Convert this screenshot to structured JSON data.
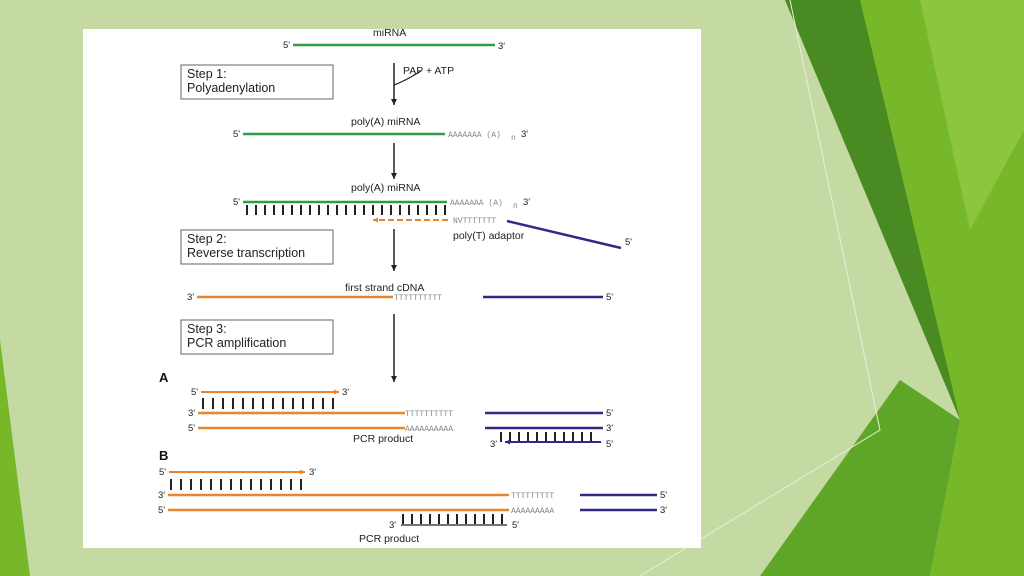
{
  "colors": {
    "background": "#c5d9a3",
    "green_strand": "#2e9e48",
    "orange_strand": "#e8862f",
    "blue_strand": "#2e2a86",
    "tick": "#222222"
  },
  "diagram": {
    "top": {
      "label": "miRNA",
      "end5": "5'",
      "end3": "3'"
    },
    "step1": {
      "line1": "Step 1:",
      "line2": "Polyadenylation",
      "enzyme": "PAP + ATP"
    },
    "polyA1": {
      "label": "poly(A)  miRNA",
      "end5": "5'",
      "tail": "AAAAAAA (A)",
      "sub": "n",
      "end3": "3'"
    },
    "polyA2": {
      "label": "poly(A)  miRNA",
      "end5": "5'",
      "tail": "AAAAAAA (A)",
      "sub": "n",
      "end3": "3'",
      "adaptor_seq": "NVTTTTTTT",
      "adaptor_label": "poly(T) adaptor",
      "adaptor_end": "5'"
    },
    "step2": {
      "line1": "Step 2:",
      "line2": "Reverse transcription"
    },
    "cdna": {
      "label": "first strand cDNA",
      "end3": "3'",
      "tseq": "TTTTTTTTTT",
      "end5": "5'"
    },
    "step3": {
      "line1": "Step 3:",
      "line2": "PCR amplification"
    },
    "panelA": {
      "letter": "A",
      "primer_end5": "5'",
      "primer_end3": "3'",
      "row1_end3": "3'",
      "row1_tseq": "TTTTTTTTTT",
      "row1_end5": "5'",
      "row2_end5": "5'",
      "row2_aseq": "AAAAAAAAAA",
      "row2_end3": "3'",
      "product": "PCR product",
      "rev_end3": "3'",
      "rev_end5": "5'"
    },
    "panelB": {
      "letter": "B",
      "primer_end5": "5'",
      "primer_end3": "3'",
      "row1_end3": "3'",
      "row1_tseq": "TTTTTTTTT",
      "row1_end5": "5'",
      "row2_end5": "5'",
      "row2_aseq": "AAAAAAAAA",
      "row2_end3": "3'",
      "rev_end3": "3'",
      "rev_end5": "5'",
      "product": "PCR product"
    }
  }
}
